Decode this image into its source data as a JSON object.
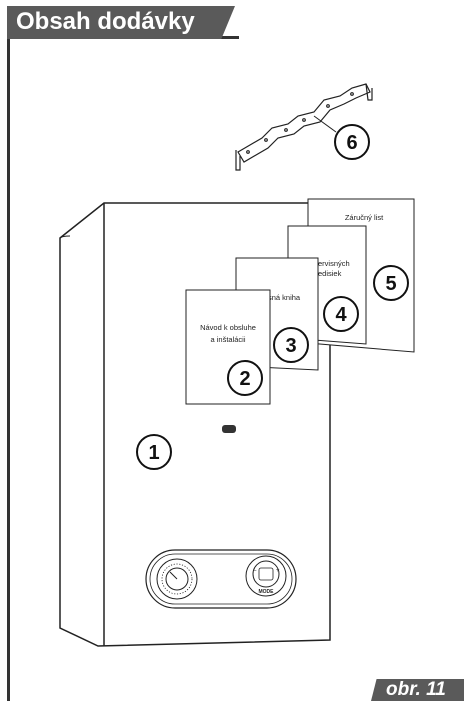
{
  "header": {
    "title": "Obsah dodávky"
  },
  "figure": {
    "label": "obr. 11"
  },
  "documents": {
    "manual_line1": "Návod k obsluhe",
    "manual_line2": "a inštalácii",
    "book_text": "sná kniha",
    "service_line1": "n servisných",
    "service_line2": "edisiek",
    "warranty_text": "Záručný list"
  },
  "callouts": [
    "1",
    "2",
    "3",
    "4",
    "5",
    "6"
  ],
  "control_panel": {
    "mode_label": "MODE"
  }
}
